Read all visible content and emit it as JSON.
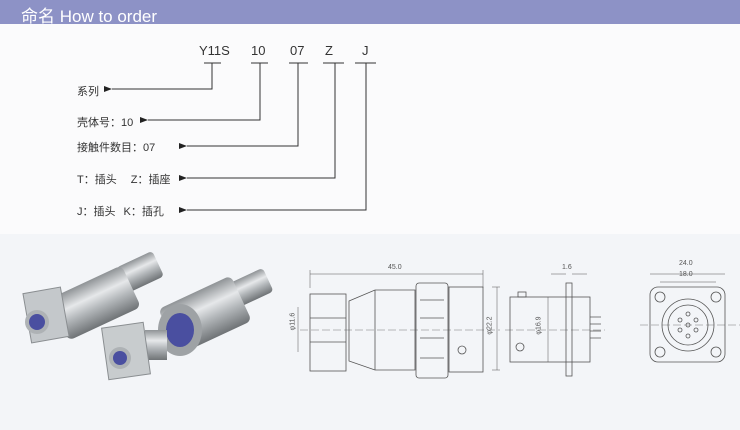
{
  "header": {
    "title": "命名 How to order"
  },
  "code": {
    "parts": [
      "Y11S",
      "10",
      "07",
      "Z",
      "J"
    ]
  },
  "legend": {
    "series": "系列",
    "shell": "壳体号：10",
    "contacts": "接触件数目：07",
    "type_t": "T：插头",
    "type_z": "Z：插座",
    "contact_j": "J：插头",
    "contact_k": "K：插孔"
  },
  "drawing": {
    "length": "45.0",
    "dia_plug_rear": "φ11.6",
    "dia_plug": "φ22.2",
    "flange_thickness": "1.6",
    "dia_receptacle": "φ16.9",
    "flange_width": "24.0",
    "hole_spacing": "18.0"
  }
}
